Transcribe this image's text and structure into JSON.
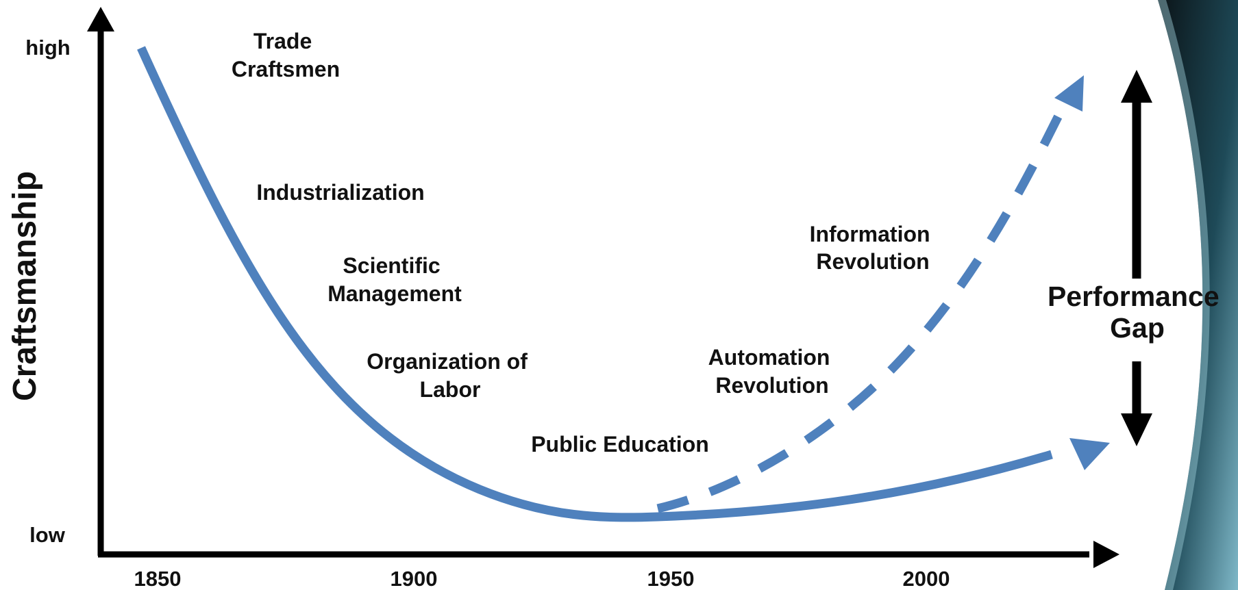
{
  "colors": {
    "curve": "#4f81bd",
    "axis": "#000000",
    "text": "#111111",
    "corner_dark": "#0b1418",
    "corner_light": "#7fb8c8"
  },
  "y_axis": {
    "title": "Craftsmanship",
    "high": "high",
    "low": "low"
  },
  "x_axis": {
    "ticks": [
      "1850",
      "1900",
      "1950",
      "2000"
    ]
  },
  "eras": {
    "trade": [
      "Trade",
      "Craftsmen"
    ],
    "industrialization": [
      "Industrialization"
    ],
    "scientific": [
      "Scientific",
      "Management"
    ],
    "organization": [
      "Organization of",
      "Labor"
    ],
    "public_education": [
      "Public Education"
    ],
    "automation": [
      "Automation",
      "Revolution"
    ],
    "information": [
      "Information",
      "Revolution"
    ]
  },
  "gap": [
    "Performance",
    "Gap"
  ]
}
